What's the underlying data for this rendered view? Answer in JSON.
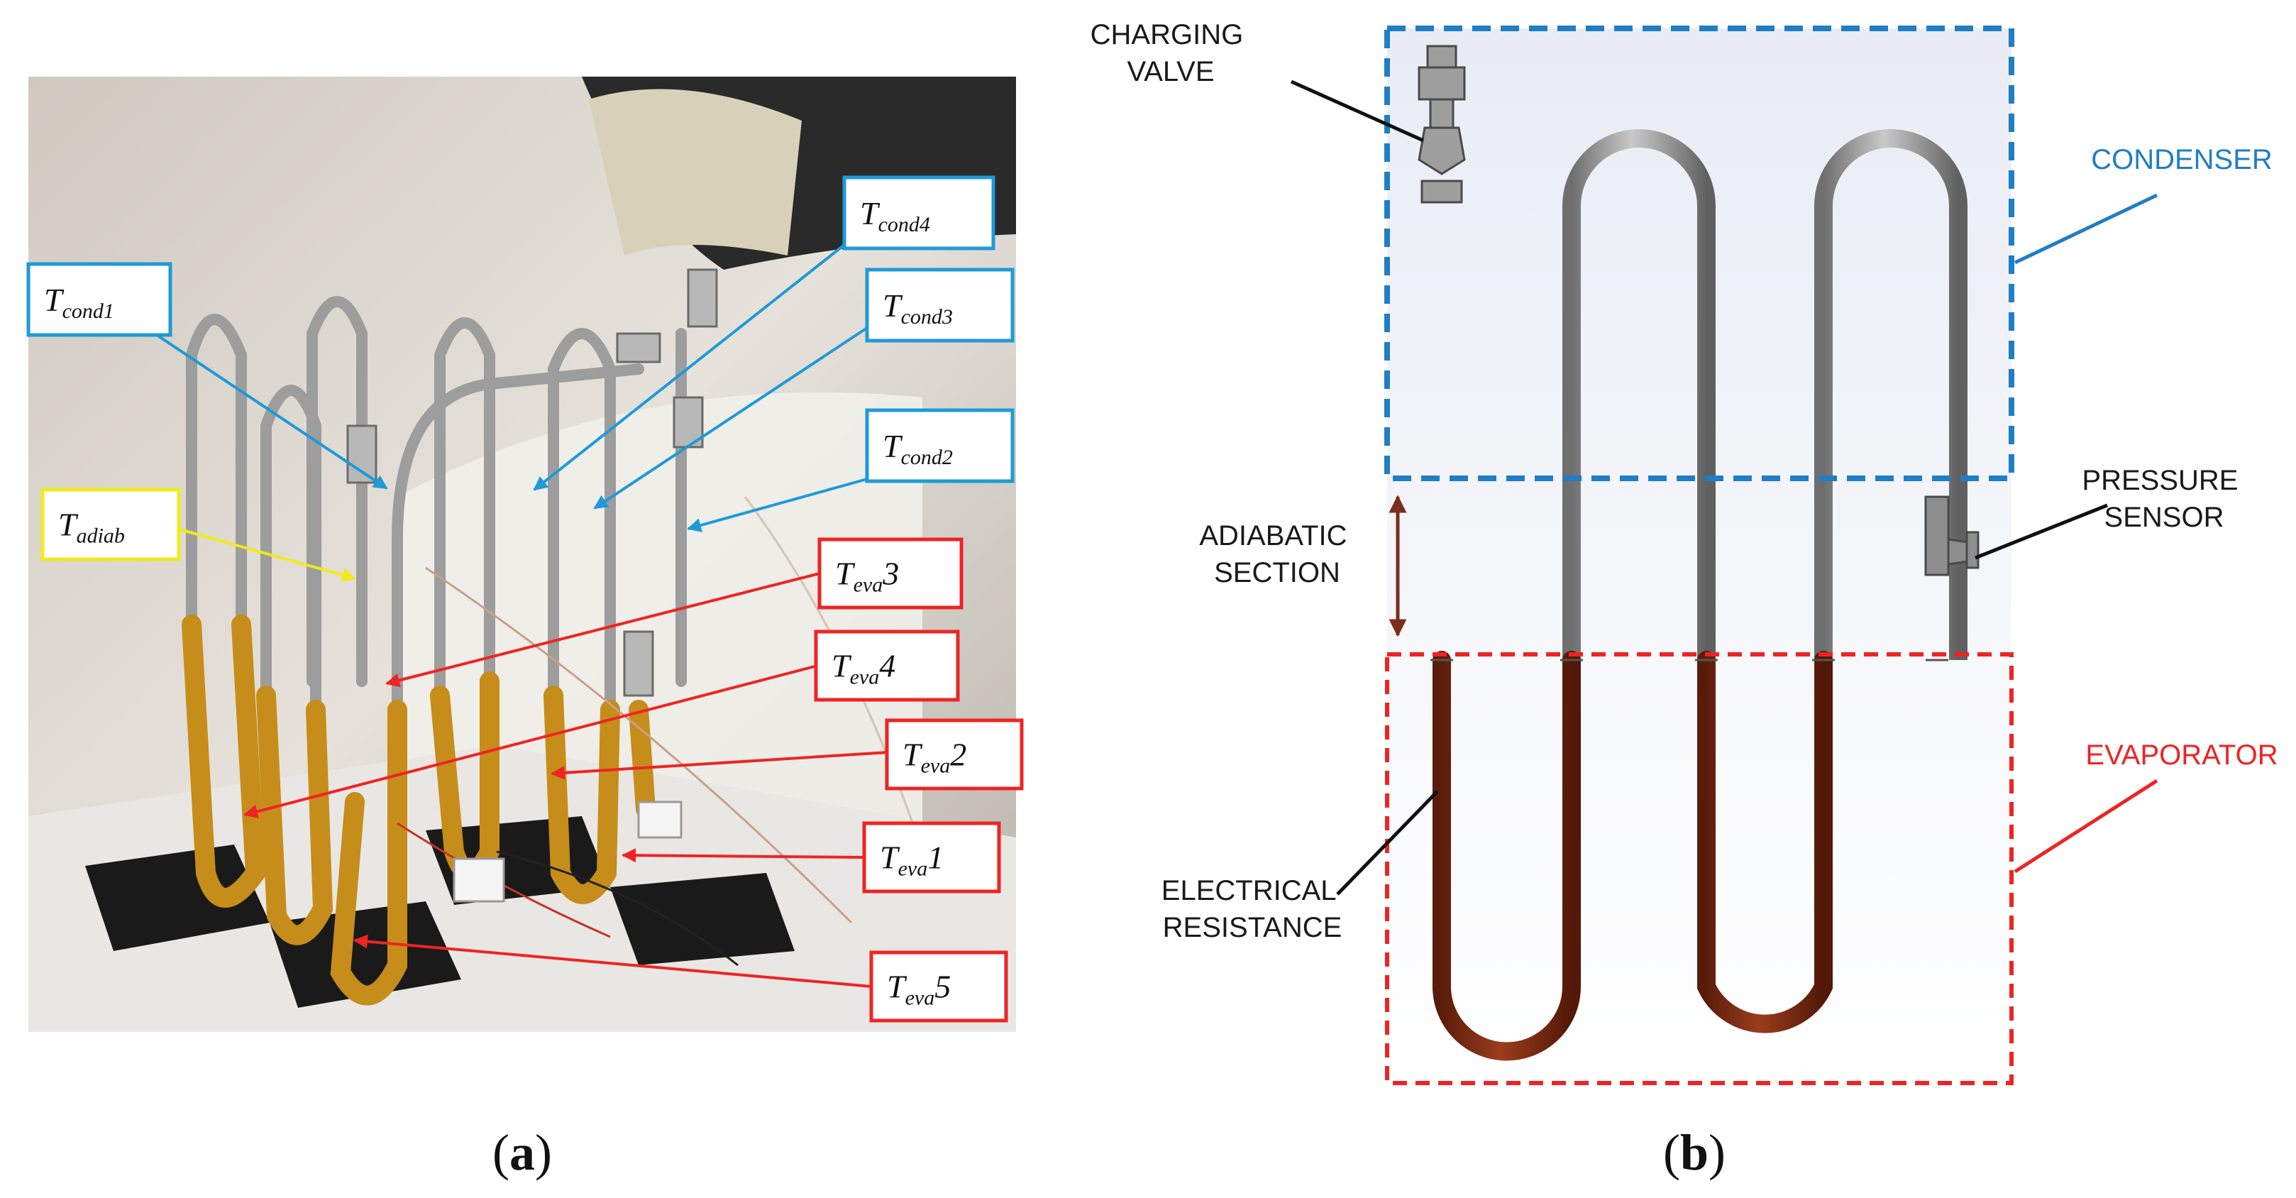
{
  "colors": {
    "blue": "#1f9ad6",
    "red": "#ee2424",
    "yellow": "#f2ea1c",
    "pipe": "#8c8c8c",
    "pipe_dark": "#5a5a5a",
    "copper": "#7a2a12",
    "adiabatic_arrow": "#7a2f1a",
    "leader": "#111111"
  },
  "panel_a": {
    "caption": {
      "open": "(",
      "letter": "a",
      "close": ")"
    },
    "labels": [
      {
        "id": "cond1",
        "base": "T",
        "sub": "cond1",
        "suffix": "",
        "tone": "blue"
      },
      {
        "id": "cond4",
        "base": "T",
        "sub": "cond4",
        "suffix": "",
        "tone": "blue"
      },
      {
        "id": "cond3",
        "base": "T",
        "sub": "cond3",
        "suffix": "",
        "tone": "blue"
      },
      {
        "id": "cond2",
        "base": "T",
        "sub": "cond2",
        "suffix": "",
        "tone": "blue"
      },
      {
        "id": "adiab",
        "base": "T",
        "sub": "adiab",
        "suffix": "",
        "tone": "yellow"
      },
      {
        "id": "eva3",
        "base": "T",
        "sub": "eva",
        "suffix": "3",
        "tone": "red"
      },
      {
        "id": "eva4",
        "base": "T",
        "sub": "eva",
        "suffix": "4",
        "tone": "red"
      },
      {
        "id": "eva2",
        "base": "T",
        "sub": "eva",
        "suffix": "2",
        "tone": "red"
      },
      {
        "id": "eva1",
        "base": "T",
        "sub": "eva",
        "suffix": "1",
        "tone": "red"
      },
      {
        "id": "eva5",
        "base": "T",
        "sub": "eva",
        "suffix": "5",
        "tone": "red"
      }
    ]
  },
  "panel_b": {
    "caption": {
      "open": "(",
      "letter": "b",
      "close": ")"
    },
    "charging_valve": [
      "CHARGING",
      "VALVE"
    ],
    "condenser": "CONDENSER",
    "adiabatic_section": [
      "ADIABATIC",
      "SECTION"
    ],
    "pressure_sensor": [
      "PRESSURE",
      "SENSOR"
    ],
    "evaporator": "EVAPORATOR",
    "electrical_resistance": [
      "ELECTRICAL",
      "RESISTANCE"
    ]
  }
}
